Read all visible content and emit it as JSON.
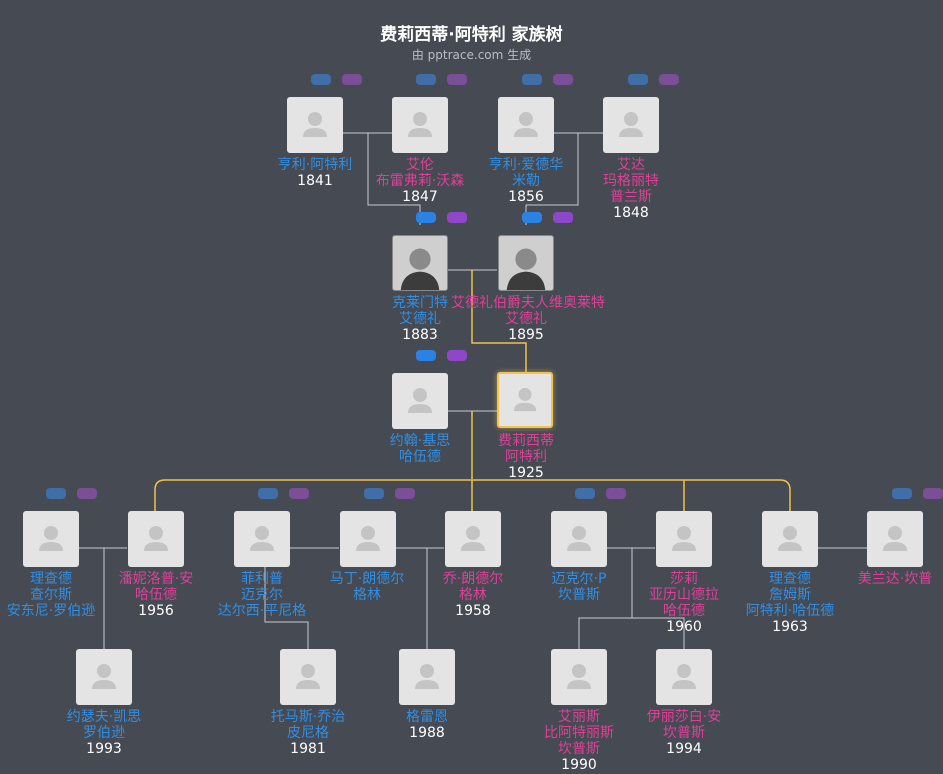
{
  "title": "费莉西蒂·阿特利 家族树",
  "subtitle": "由 pptrace.com 生成",
  "colors": {
    "male": "#2f8fe6",
    "female": "#e33f98",
    "line": "#c7ccd3",
    "highlight": "#f2c24a",
    "background": "#454a53"
  },
  "people": [
    {
      "name": [
        "亨利·阿特利"
      ],
      "year": "1841",
      "gender": "male"
    },
    {
      "name": [
        "艾伦",
        "布雷弗莉·沃森"
      ],
      "year": "1847",
      "gender": "female"
    },
    {
      "name": [
        "亨利·爱德华",
        "米勒"
      ],
      "year": "1856",
      "gender": "male"
    },
    {
      "name": [
        "艾达",
        "玛格丽特",
        "普兰斯"
      ],
      "year": "1848",
      "gender": "female"
    },
    {
      "name": [
        "克莱门特",
        "艾德礼"
      ],
      "year": "1883",
      "gender": "male"
    },
    {
      "name": [
        "艾德礼伯爵夫人维奥莱特",
        "艾德礼"
      ],
      "year": "1895",
      "gender": "female"
    },
    {
      "name": [
        "约翰·基思",
        "哈伍德"
      ],
      "year": "",
      "gender": "male"
    },
    {
      "name": [
        "费莉西蒂",
        "阿特利"
      ],
      "year": "1925",
      "gender": "female"
    },
    {
      "name": [
        "理查德",
        "查尔斯",
        "安东尼·罗伯逊"
      ],
      "year": "",
      "gender": "male"
    },
    {
      "name": [
        "潘妮洛普·安",
        "哈伍德"
      ],
      "year": "1956",
      "gender": "female"
    },
    {
      "name": [
        "菲利普",
        "迈克尔",
        "达尔西·平尼格"
      ],
      "year": "",
      "gender": "male"
    },
    {
      "name": [
        "马丁·朗德尔",
        "格林"
      ],
      "year": "",
      "gender": "male"
    },
    {
      "name": [
        "乔·朗德尔",
        "格林"
      ],
      "year": "1958",
      "gender": "female"
    },
    {
      "name": [
        "迈克尔·P",
        "坎普斯"
      ],
      "year": "",
      "gender": "male"
    },
    {
      "name": [
        "莎莉",
        "亚历山德拉",
        "哈伍德"
      ],
      "year": "1960",
      "gender": "female"
    },
    {
      "name": [
        "理查德",
        "詹姆斯",
        "阿特利·哈伍德"
      ],
      "year": "1963",
      "gender": "male"
    },
    {
      "name": [
        "美兰达·坎普"
      ],
      "year": "",
      "gender": "female"
    },
    {
      "name": [
        "约瑟夫·凯思",
        "罗伯逊"
      ],
      "year": "1993",
      "gender": "male"
    },
    {
      "name": [
        "托马斯·乔治",
        "皮尼格"
      ],
      "year": "1981",
      "gender": "male"
    },
    {
      "name": [
        "格雷恩"
      ],
      "year": "1988",
      "gender": "male"
    },
    {
      "name": [
        "艾丽斯",
        "比阿特丽斯",
        "坎普斯"
      ],
      "year": "1990",
      "gender": "female"
    },
    {
      "name": [
        "伊丽莎白·安",
        "坎普斯"
      ],
      "year": "1994",
      "gender": "female"
    }
  ]
}
